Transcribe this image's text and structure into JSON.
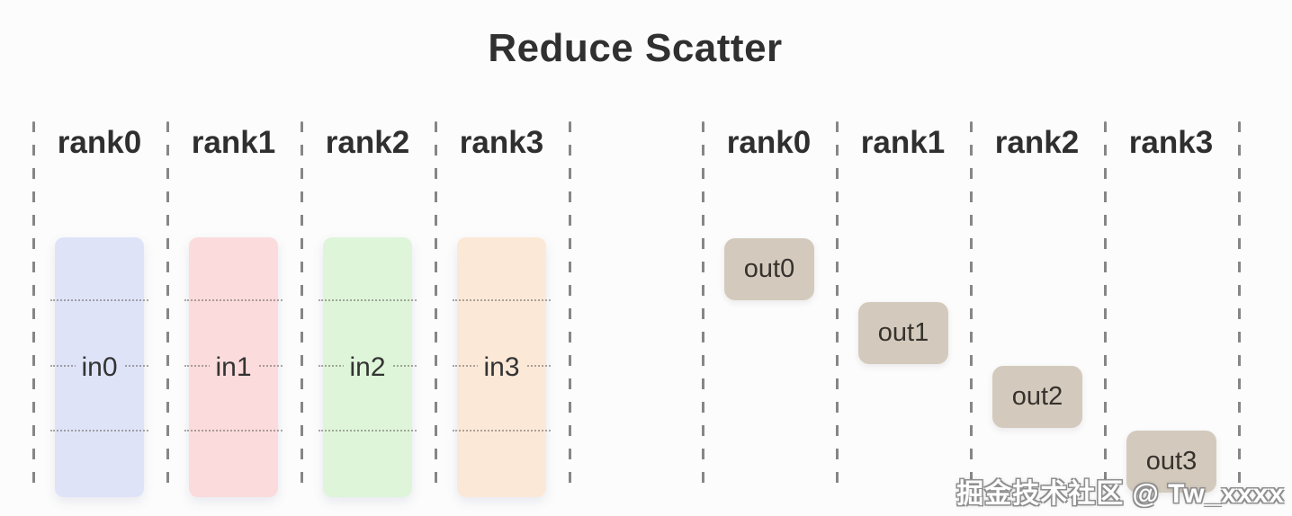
{
  "title": "Reduce Scatter",
  "watermark": "掘金技术社区 @ Tw_xxxx",
  "left_group": {
    "ranks": [
      "rank0",
      "rank1",
      "rank2",
      "rank3"
    ],
    "inputs": [
      {
        "label": "in0",
        "color": "#dee3f8"
      },
      {
        "label": "in1",
        "color": "#fbdbdc"
      },
      {
        "label": "in2",
        "color": "#def5d9"
      },
      {
        "label": "in3",
        "color": "#fce8d7"
      }
    ],
    "segments_per_input": 4
  },
  "right_group": {
    "ranks": [
      "rank0",
      "rank1",
      "rank2",
      "rank3"
    ],
    "outputs": [
      {
        "label": "out0"
      },
      {
        "label": "out1"
      },
      {
        "label": "out2"
      },
      {
        "label": "out3"
      }
    ],
    "output_color": "#d3cabd"
  },
  "colors": {
    "background": "#fcfcfc",
    "dashed_line": "#868686",
    "title_text": "#303030",
    "rank_text": "#2f2f2f",
    "in_text": "#333333",
    "out_text": "#37322d",
    "watermark_text": "#ffffff",
    "watermark_outline": "#8f8f8f"
  }
}
